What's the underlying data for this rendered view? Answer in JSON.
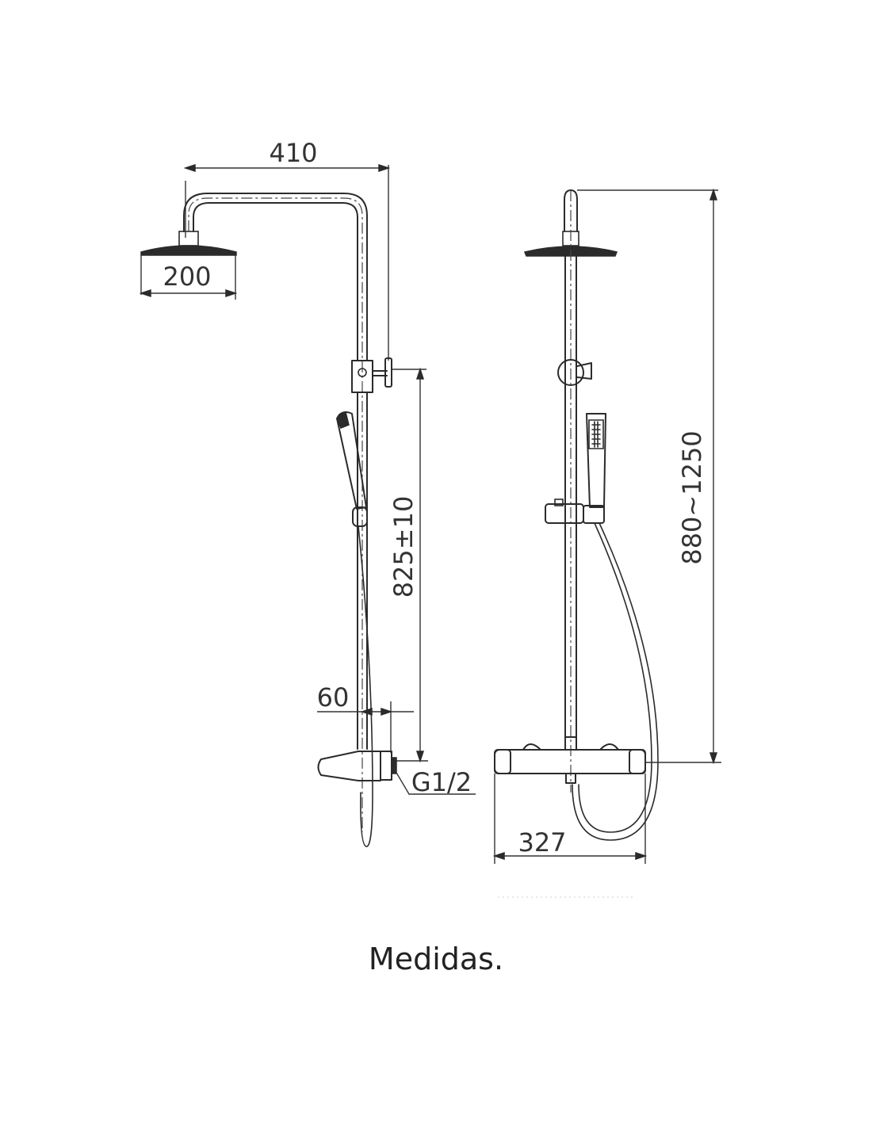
{
  "dimensions": {
    "arm_reach": "410",
    "head_diameter": "200",
    "bar_height": "825±10",
    "outlet_offset": "60",
    "inlet_thread": "G1/2",
    "total_height": "880~1250",
    "mixer_width": "327"
  },
  "caption": "Medidas."
}
